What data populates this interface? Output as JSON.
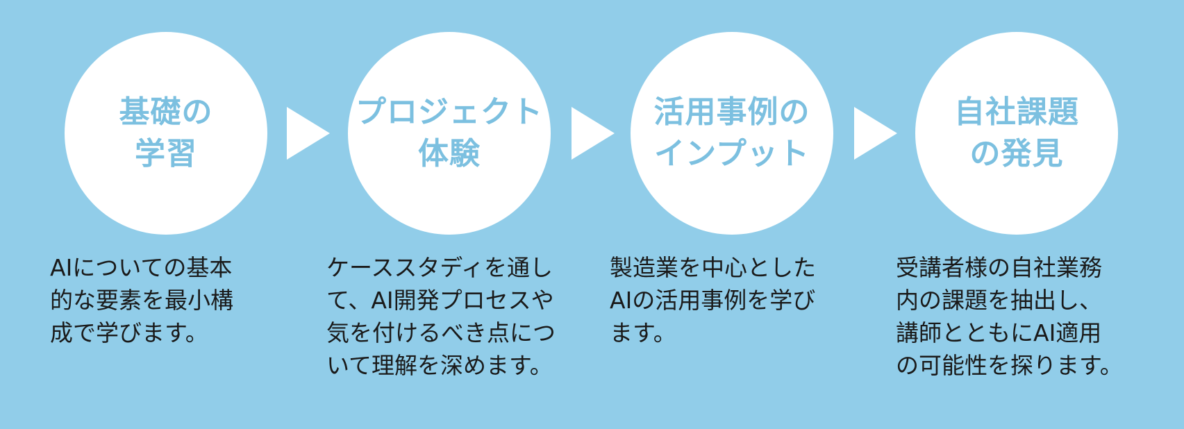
{
  "steps": [
    {
      "title_lines": [
        "基礎の",
        "学習"
      ],
      "description_lines": [
        "AIについての基本",
        "的な要素を最小構",
        "成で学びます。"
      ]
    },
    {
      "title_lines": [
        "プロジェクト",
        "体験"
      ],
      "description_lines": [
        "ケーススタディを通し",
        "て、AI開発プロセスや",
        "気を付けるべき点につ",
        "いて理解を深めます。"
      ]
    },
    {
      "title_lines": [
        "活用事例の",
        "インプット"
      ],
      "description_lines": [
        "製造業を中心とした",
        "AIの活用事例を学び",
        "ます。"
      ]
    },
    {
      "title_lines": [
        "自社課題",
        "の発見"
      ],
      "description_lines": [
        "受講者様の自社業務",
        "内の課題を抽出し、",
        "講師とともにAI適用",
        "の可能性を探ります。"
      ]
    }
  ],
  "colors": {
    "background": "#91cde9",
    "circle": "#ffffff",
    "title_text": "#7cc0e0",
    "body_text": "#1a1a1a",
    "arrow": "#ffffff"
  }
}
